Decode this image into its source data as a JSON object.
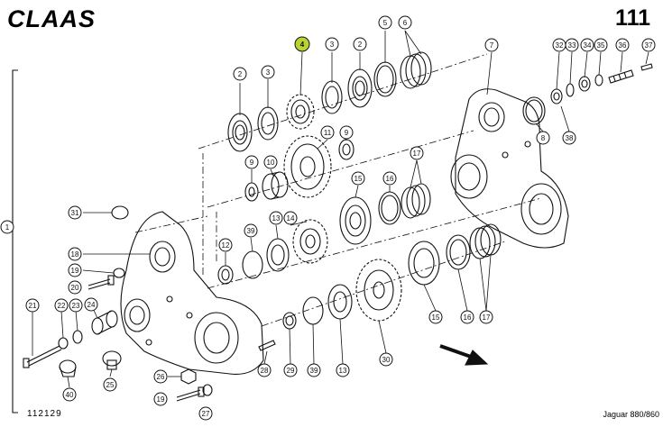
{
  "header": {
    "brand": "CLAAS",
    "page_number": "111"
  },
  "footer": {
    "document_number": "112129",
    "model": "Jaguar 880/860"
  },
  "highlight_color": "#b8d432",
  "callouts": [
    {
      "id": "c2a",
      "label": "2"
    },
    {
      "id": "c3a",
      "label": "3"
    },
    {
      "id": "c4",
      "label": "4",
      "highlight": true
    },
    {
      "id": "c3b",
      "label": "3"
    },
    {
      "id": "c2b",
      "label": "2"
    },
    {
      "id": "c5",
      "label": "5"
    },
    {
      "id": "c6",
      "label": "6"
    },
    {
      "id": "c7",
      "label": "7"
    },
    {
      "id": "c32",
      "label": "32"
    },
    {
      "id": "c33",
      "label": "33"
    },
    {
      "id": "c34",
      "label": "34"
    },
    {
      "id": "c35",
      "label": "35"
    },
    {
      "id": "c36",
      "label": "36"
    },
    {
      "id": "c37",
      "label": "37"
    },
    {
      "id": "c8",
      "label": "8"
    },
    {
      "id": "c38",
      "label": "38"
    },
    {
      "id": "c11",
      "label": "11"
    },
    {
      "id": "c9a",
      "label": "9"
    },
    {
      "id": "c9b",
      "label": "9"
    },
    {
      "id": "c10",
      "label": "10"
    },
    {
      "id": "c17a",
      "label": "17"
    },
    {
      "id": "c16a",
      "label": "16"
    },
    {
      "id": "c15a",
      "label": "15"
    },
    {
      "id": "c13a",
      "label": "13"
    },
    {
      "id": "c14",
      "label": "14"
    },
    {
      "id": "c12",
      "label": "12"
    },
    {
      "id": "c39a",
      "label": "39"
    },
    {
      "id": "c31",
      "label": "31"
    },
    {
      "id": "c1",
      "label": "1"
    },
    {
      "id": "c18",
      "label": "18"
    },
    {
      "id": "c19a",
      "label": "19"
    },
    {
      "id": "c20",
      "label": "20"
    },
    {
      "id": "c21",
      "label": "21"
    },
    {
      "id": "c22",
      "label": "22"
    },
    {
      "id": "c23",
      "label": "23"
    },
    {
      "id": "c24",
      "label": "24"
    },
    {
      "id": "c25",
      "label": "25"
    },
    {
      "id": "c40",
      "label": "40"
    },
    {
      "id": "c26",
      "label": "26"
    },
    {
      "id": "c19b",
      "label": "19"
    },
    {
      "id": "c27",
      "label": "27"
    },
    {
      "id": "c28",
      "label": "28"
    },
    {
      "id": "c29",
      "label": "29"
    },
    {
      "id": "c39b",
      "label": "39"
    },
    {
      "id": "c13b",
      "label": "13"
    },
    {
      "id": "c30",
      "label": "30"
    },
    {
      "id": "c15b",
      "label": "15"
    },
    {
      "id": "c16b",
      "label": "16"
    },
    {
      "id": "c17b",
      "label": "17"
    }
  ]
}
